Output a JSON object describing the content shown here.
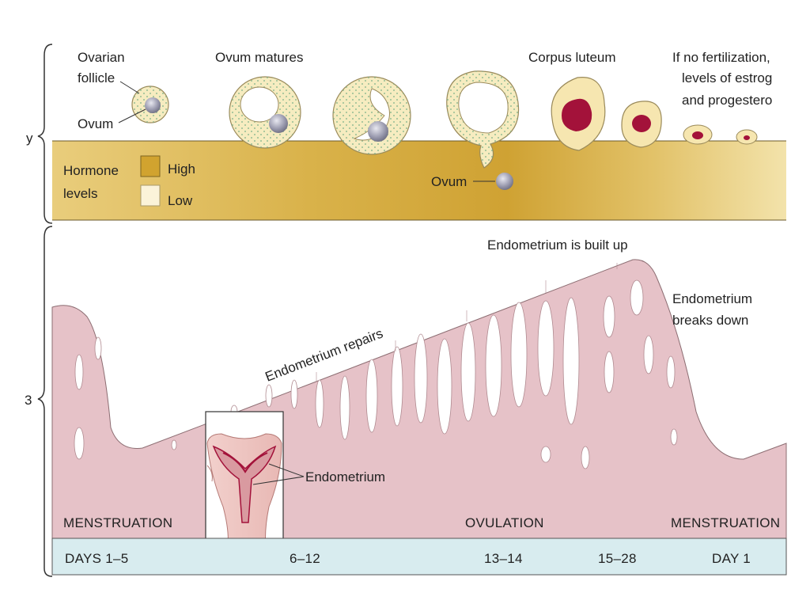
{
  "ovary": {
    "ovarian_follicle_line1": "Ovarian",
    "ovarian_follicle_line2": "follicle",
    "ovum_label": "Ovum",
    "ovum_matures": "Ovum matures",
    "corpus_luteum": "Corpus luteum",
    "no_fert_line1": "If no fertilization,",
    "no_fert_line2": "levels of estrog",
    "no_fert_line3": "and progestero",
    "ovum_released": "Ovum"
  },
  "hormones": {
    "label_line1": "Hormone",
    "label_line2": "levels",
    "legend_high": "High",
    "legend_low": "Low",
    "colors": {
      "high": "#d6aa3c",
      "low": "#fbf3d9"
    }
  },
  "uterus": {
    "built_up": "Endometrium is built up",
    "repairs": "Endometrium repairs",
    "breaks_down_line1": "Endometrium",
    "breaks_down_line2": "breaks down",
    "endometrium": "Endometrium",
    "color": "#e6c2c8"
  },
  "phases": {
    "menstruation_1": "MENSTRUATION",
    "ovulation": "OVULATION",
    "menstruation_2": "MENSTRUATION"
  },
  "days": {
    "d1": "DAYS 1–5",
    "d2": "6–12",
    "d3": "13–14",
    "d4": "15–28",
    "d5": "DAY 1",
    "color": "#d8ecef"
  },
  "side_marks": {
    "top": "y",
    "bottom": "3"
  }
}
